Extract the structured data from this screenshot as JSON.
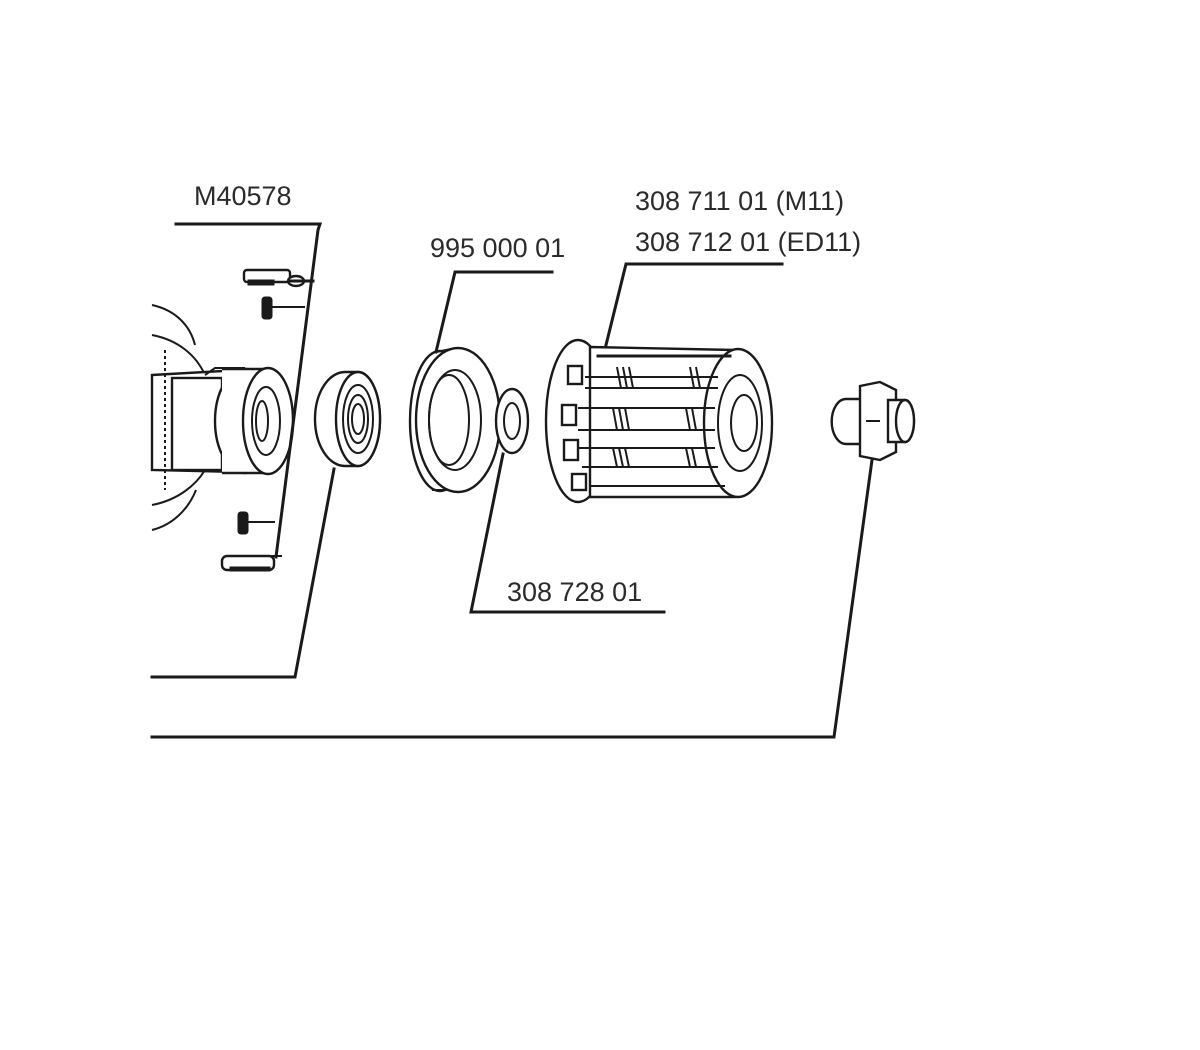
{
  "diagram": {
    "type": "exploded-parts-diagram",
    "subject": "rear hub freehub assembly",
    "colors": {
      "line": "#1a1a1a",
      "text": "#2b2b2b",
      "background": "#ffffff"
    },
    "parts": [
      {
        "id": "pawl-kit",
        "label": "M40578",
        "description": "pawls, springs and pins"
      },
      {
        "id": "bearing",
        "label": "",
        "description": "cartridge bearing (leader to left edge)"
      },
      {
        "id": "seal",
        "label": "995 000 01",
        "description": "seal ring"
      },
      {
        "id": "washer",
        "label": "308 728 01",
        "description": "washer"
      },
      {
        "id": "freehub-body",
        "label_line1": "308 711 01 (M11)",
        "label_line2": "308 712 01 (ED11)",
        "description": "freehub body"
      },
      {
        "id": "end-cap",
        "label": "",
        "description": "end cap / axle nut (leader to left edge)"
      }
    ]
  }
}
